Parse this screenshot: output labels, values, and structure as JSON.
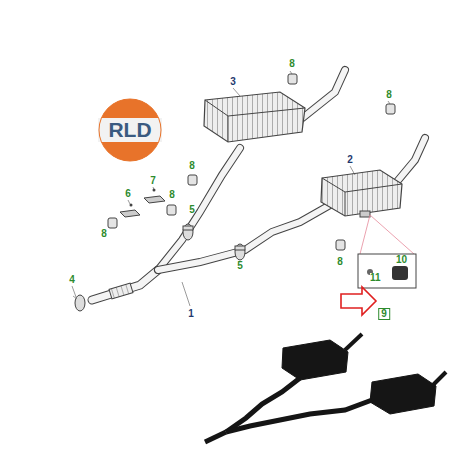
{
  "diagram": {
    "nodes": [
      {
        "text": [
          "RLD"
        ]
      },
      {
        "text": [
          "10",
          "11"
        ]
      }
    ],
    "labels": [
      "8",
      "3",
      "8",
      "8",
      "2",
      "7",
      "6",
      "8",
      "5",
      "8",
      "5",
      "8",
      "4",
      "1",
      "9"
    ]
  }
}
